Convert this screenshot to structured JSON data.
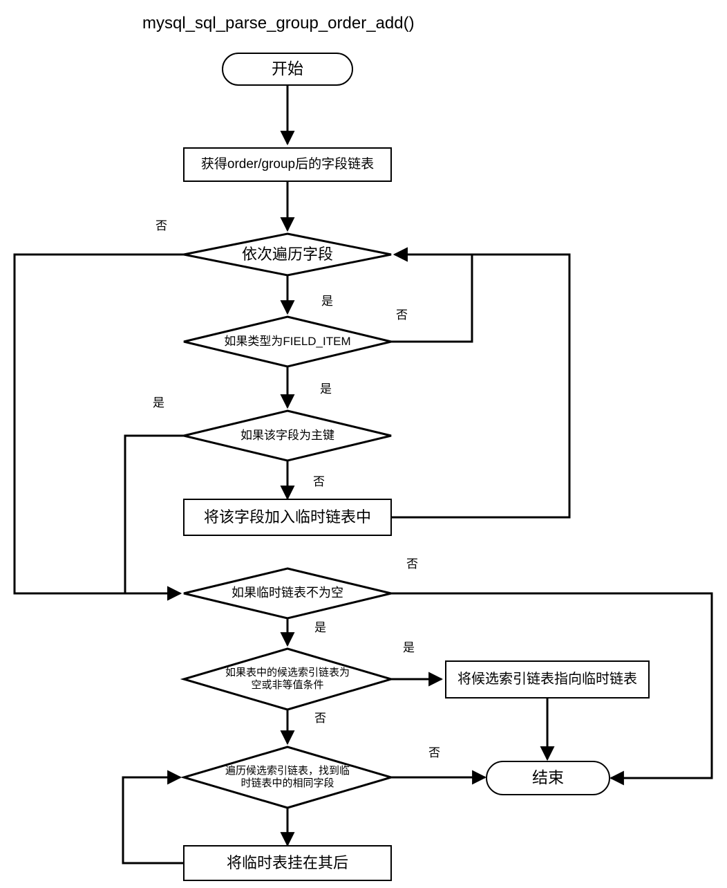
{
  "diagram": {
    "title": "mysql_sql_parse_group_order_add()",
    "stroke_color": "#000000",
    "background_color": "#ffffff",
    "nodes": [
      {
        "id": "start",
        "type": "terminator",
        "text": "开始"
      },
      {
        "id": "get_list",
        "type": "process",
        "text": "获得order/group后的字段链表"
      },
      {
        "id": "iterate",
        "type": "decision",
        "text": "依次遍历字段"
      },
      {
        "id": "is_field",
        "type": "decision",
        "text": "如果类型为FIELD_ITEM"
      },
      {
        "id": "is_pk",
        "type": "decision",
        "text": "如果该字段为主键"
      },
      {
        "id": "add_tmp",
        "type": "process",
        "text": "将该字段加入临时链表中"
      },
      {
        "id": "tmp_not_nil",
        "type": "decision",
        "text": "如果临时链表不为空"
      },
      {
        "id": "cand_empty",
        "type": "decision",
        "text": "如果表中的候选索引链表为\n空或非等值条件"
      },
      {
        "id": "point_tmp",
        "type": "process",
        "text": "将候选索引链表指向临时链表"
      },
      {
        "id": "find_same",
        "type": "decision",
        "text": "遍历候选索引链表，找到临\n时链表中的相同字段"
      },
      {
        "id": "attach",
        "type": "process",
        "text": "将临时表挂在其后"
      },
      {
        "id": "end",
        "type": "terminator",
        "text": "结束"
      }
    ],
    "edge_labels": [
      {
        "id": "iterate-no",
        "text": "否"
      },
      {
        "id": "iterate-yes",
        "text": "是"
      },
      {
        "id": "is_field-no",
        "text": "否"
      },
      {
        "id": "is_field-yes",
        "text": "是"
      },
      {
        "id": "is_pk-yes",
        "text": "是"
      },
      {
        "id": "is_pk-no",
        "text": "否"
      },
      {
        "id": "tmp_not_nil-no",
        "text": "否"
      },
      {
        "id": "tmp_not_nil-yes",
        "text": "是"
      },
      {
        "id": "cand_empty-yes",
        "text": "是"
      },
      {
        "id": "cand_empty-no",
        "text": "否"
      },
      {
        "id": "find_same-no",
        "text": "否"
      }
    ]
  }
}
